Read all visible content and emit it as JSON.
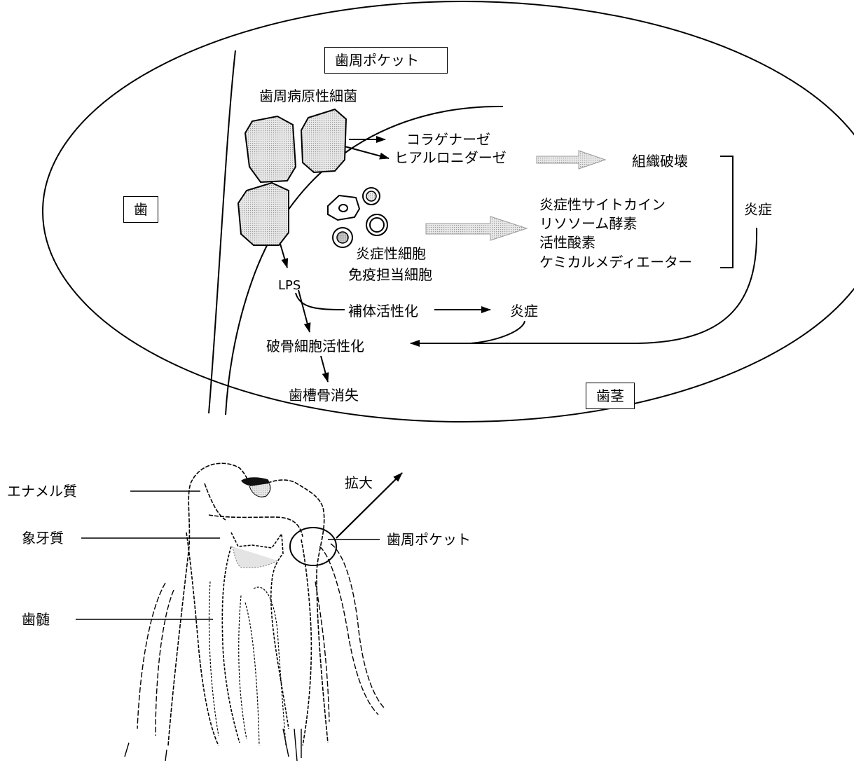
{
  "labels": {
    "tooth": "歯",
    "perio_pocket_top": "歯周ポケット",
    "pathogenic_bacteria": "歯周病原性細菌",
    "collagenase": "コラゲナーゼ",
    "hyaluronidase": "ヒアルロニダーゼ",
    "tissue_destruction": "組織破壊",
    "inflammatory_cytokine": "炎症性サイトカイン",
    "lysosomal_enzyme": "リソソーム酵素",
    "active_oxygen": "活性酸素",
    "chemical_mediator": "ケミカルメディエーター",
    "inflammation_right": "炎症",
    "inflammatory_cells": "炎症性細胞",
    "immune_cells": "免疫担当細胞",
    "lps": "LPS",
    "complement_activation": "補体活性化",
    "inflammation_mid": "炎症",
    "osteoclast_activation": "破骨細胞活性化",
    "alveolar_bone_loss": "歯槽骨消失",
    "gingiva": "歯茎",
    "enlarge": "拡大",
    "enamel": "エナメル質",
    "dentin": "象牙質",
    "pulp": "歯髄",
    "perio_pocket_bottom": "歯周ポケット"
  },
  "colors": {
    "line": "#000000",
    "bacteria_fill": "#d8d8d8",
    "process_arrow": "#a8a8a8",
    "caries": "#111111"
  }
}
